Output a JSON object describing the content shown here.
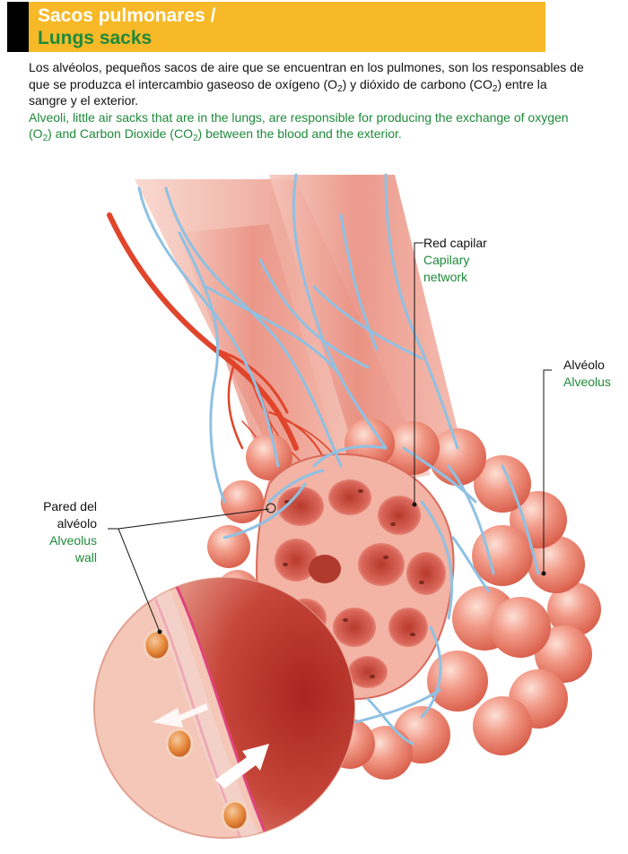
{
  "header": {
    "title_es": "Sacos pulmonares /",
    "title_en": "Lungs sacks"
  },
  "intro": {
    "es": {
      "p1": "Los alvéolos, pequeños sacos de aire que se encuentran en los pulmones, son los responsables de que se produzca el intercambio gaseoso de oxígeno (O",
      "p2": ") y dióxido de carbono (CO",
      "p3": ") entre la sangre y el exterior."
    },
    "en": {
      "p1": "Alveoli, little air sacks that are in the lungs, are responsible for producing the exchange of oxygen (O",
      "p2": ") and Carbon Dioxide (CO",
      "p3": ") between the blood and the exterior."
    },
    "sub_2": "2"
  },
  "labels": {
    "capillary": {
      "es": "Red capilar",
      "en_1": "Capilary",
      "en_2": "network"
    },
    "alveolus": {
      "es": "Alvéolo",
      "en": "Alveolus"
    },
    "wall": {
      "es_1": "Pared del",
      "es_2": "alvéolo",
      "en_1": "Alveolus",
      "en_2": "wall"
    }
  },
  "colors": {
    "header": "#f7b928",
    "green_text": "#1e8a3a",
    "alveolus": "#ef8d7d",
    "capillary": "#8fc1e3",
    "artery": "#e0452b"
  }
}
